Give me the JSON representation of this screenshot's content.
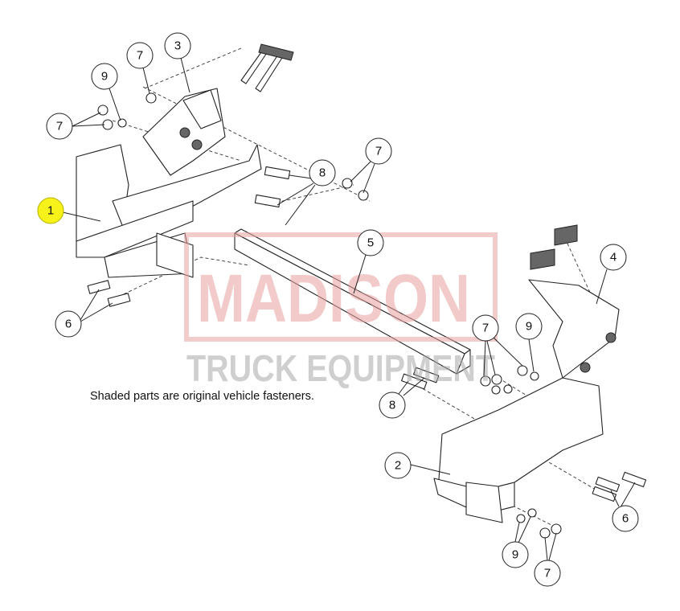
{
  "watermark": {
    "line1": "MADISON",
    "line2": "TRUCK EQUIPMENT",
    "color_red": "#e8a0a0",
    "color_gray": "#a8a8a8"
  },
  "note": "Shaded parts are original vehicle fasteners.",
  "callouts": {
    "c3": "3",
    "c7a": "7",
    "c9a": "9",
    "c7b": "7",
    "c1": "1",
    "c8a": "8",
    "c7c": "7",
    "c6a": "6",
    "c5": "5",
    "c4": "4",
    "c7d": "7",
    "c9b": "9",
    "c8b": "8",
    "c2": "2",
    "c6b": "6",
    "c9c": "9",
    "c7e": "7"
  },
  "highlight_color": "#f6f21a"
}
